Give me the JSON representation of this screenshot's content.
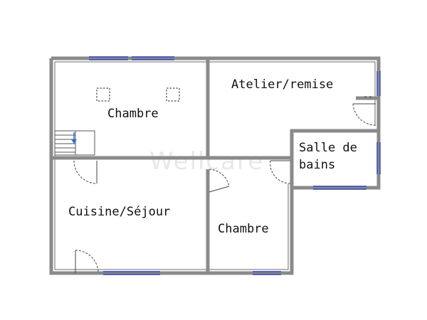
{
  "rooms": {
    "chambre_top": "Chambre",
    "atelier": "Atelier/remise",
    "salle_de_bains_line1": "Salle de",
    "salle_de_bains_line2": "bains",
    "cuisine": "Cuisine/Séjour",
    "chambre_bottom": "Chambre"
  },
  "watermark": "Wellcare",
  "colors": {
    "wall": "#8a8a8a",
    "window": "#2f3fb5",
    "door": "#444444",
    "stair_arrow": "#2a6fd6"
  },
  "icons": {
    "ceiling_light": "dashed-square-icon",
    "stairs": "stairs-icon",
    "stair_arrow": "arrow-down-icon"
  }
}
